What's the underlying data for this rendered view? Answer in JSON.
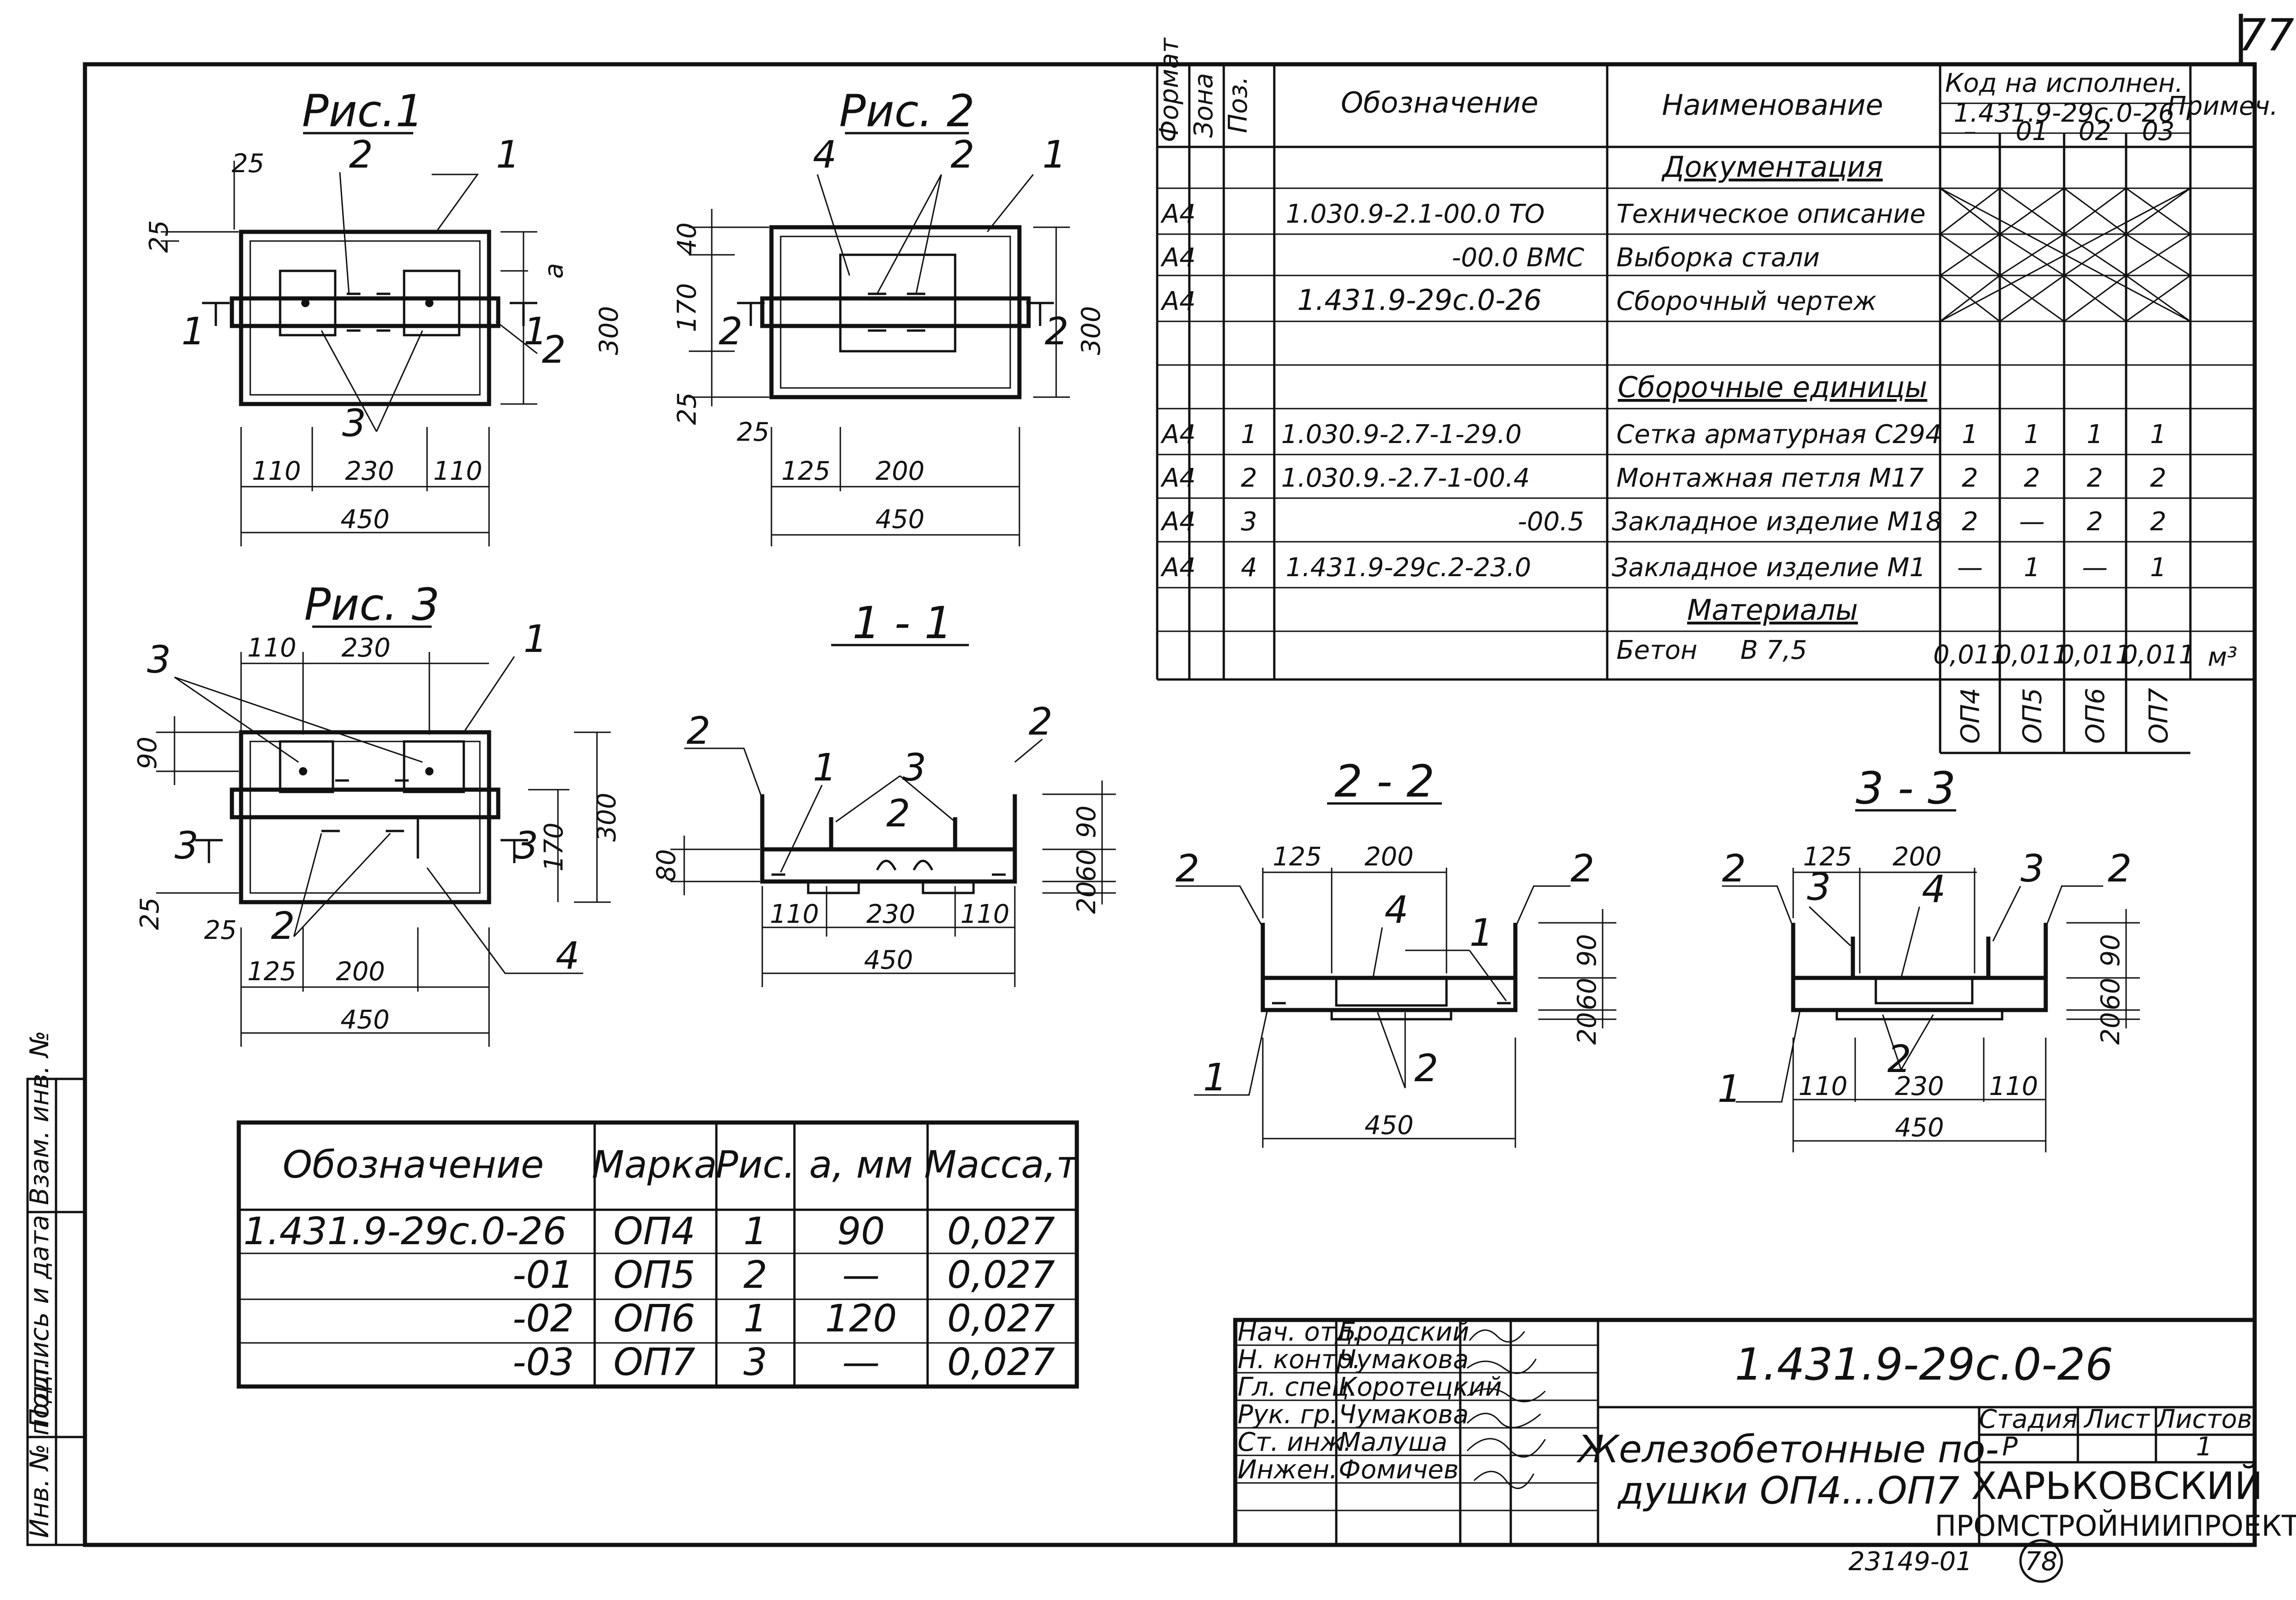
{
  "page_number_top": "77",
  "page_number_bottom": "78",
  "archive_number": "23149-01",
  "side_stamp": {
    "inv_podl": "Инв. № подл.",
    "podpis_data": "Подпись и дата",
    "vzam_inv": "Взам. инв. №"
  },
  "figures": {
    "fig1": {
      "title": "Рис.1",
      "dims": [
        "25",
        "25",
        "a",
        "300",
        "110",
        "230",
        "110",
        "450"
      ],
      "callouts": [
        "2",
        "1",
        "2",
        "3"
      ],
      "section_marks": [
        "1",
        "1"
      ]
    },
    "fig2": {
      "title": "Рис. 2",
      "dims": [
        "40",
        "170",
        "25",
        "300",
        "25",
        "125",
        "200",
        "450"
      ],
      "callouts": [
        "4",
        "2",
        "1"
      ],
      "section_marks": [
        "2",
        "2"
      ]
    },
    "fig3": {
      "title": "Рис. 3",
      "dims": [
        "110",
        "230",
        "90",
        "300",
        "170",
        "25",
        "25",
        "125",
        "200",
        "450"
      ],
      "callouts": [
        "3",
        "1",
        "2",
        "4"
      ],
      "section_marks": [
        "3",
        "3"
      ]
    },
    "sec11": {
      "title": "1 - 1",
      "dims": [
        "80",
        "90",
        "60",
        "20",
        "110",
        "230",
        "110",
        "450"
      ],
      "callouts": [
        "2",
        "2",
        "1",
        "3",
        "2"
      ]
    },
    "sec22": {
      "title": "2 - 2",
      "dims": [
        "125",
        "200",
        "90",
        "60",
        "20",
        "450"
      ],
      "callouts": [
        "2",
        "2",
        "4",
        "1",
        "1",
        "2"
      ]
    },
    "sec33": {
      "title": "3 - 3",
      "dims": [
        "125",
        "200",
        "90",
        "60",
        "20",
        "110",
        "230",
        "110",
        "450"
      ],
      "callouts": [
        "2",
        "3",
        "4",
        "3",
        "2",
        "1",
        "2"
      ]
    }
  },
  "spec": {
    "headers": {
      "format": "Формат",
      "zone": "Зона",
      "pos": "Поз.",
      "designation": "Обозначение",
      "name": "Наименование",
      "code": "Код на исполнен.",
      "code_doc": "1.431.9-29с.0-26",
      "note": "Примеч.",
      "variants": [
        "–",
        "01",
        "02",
        "03"
      ]
    },
    "sections": {
      "docs": "Документация",
      "units": "Сборочные единицы",
      "materials": "Материалы"
    },
    "doc_rows": [
      {
        "format": "А4",
        "designation": "1.030.9-2.1-00.0 ТО",
        "name": "Техническое описание"
      },
      {
        "format": "А4",
        "designation": "-00.0 ВМС",
        "name": "Выборка стали"
      },
      {
        "format": "А4",
        "designation": "1.431.9-29с.0-26",
        "name": "Сборочный чертеж"
      }
    ],
    "unit_rows": [
      {
        "format": "А4",
        "pos": "1",
        "designation": "1.030.9-2.7-1-29.0",
        "name": "Сетка арматурная С294",
        "q": [
          "1",
          "1",
          "1",
          "1"
        ]
      },
      {
        "format": "А4",
        "pos": "2",
        "designation": "1.030.9.-2.7-1-00.4",
        "name": "Монтажная петля М17",
        "q": [
          "2",
          "2",
          "2",
          "2"
        ]
      },
      {
        "format": "А4",
        "pos": "3",
        "designation": "-00.5",
        "name": "Закладное изделие М18",
        "q": [
          "2",
          "—",
          "2",
          "2"
        ]
      },
      {
        "format": "А4",
        "pos": "4",
        "designation": "1.431.9-29с.2-23.0",
        "name": "Закладное изделие М1",
        "q": [
          "—",
          "1",
          "—",
          "1"
        ]
      }
    ],
    "material_row": {
      "name": "Бетон",
      "grade": "В 7,5",
      "q": [
        "0,011",
        "0,011",
        "0,011",
        "0,011"
      ],
      "unit": "м³"
    },
    "marks": [
      "ОП4",
      "ОП5",
      "ОП6",
      "ОП7"
    ]
  },
  "marks_table": {
    "headers": [
      "Обозначение",
      "Марка",
      "Рис.",
      "a, мм",
      "Масса,т"
    ],
    "rows": [
      [
        "1.431.9-29с.0-26",
        "ОП4",
        "1",
        "90",
        "0,027"
      ],
      [
        "-01",
        "ОП5",
        "2",
        "—",
        "0,027"
      ],
      [
        "-02",
        "ОП6",
        "1",
        "120",
        "0,027"
      ],
      [
        "-03",
        "ОП7",
        "3",
        "—",
        "0,027"
      ]
    ]
  },
  "title_block": {
    "doc_code": "1.431.9-29с.0-26",
    "title_line1": "Железобетонные по-",
    "title_line2": "душки ОП4...ОП7",
    "stage_label": "Стадия",
    "sheet_label": "Лист",
    "sheets_label": "Листов",
    "stage": "Р",
    "sheets": "1",
    "org_line1": "ХАРЬКОВСКИЙ",
    "org_line2": "ПРОМСТРОЙНИИПРОЕКТ",
    "staff": [
      {
        "role": "Нач. отд.",
        "name": "Бродский"
      },
      {
        "role": "Н. контр.",
        "name": "Чумакова"
      },
      {
        "role": "Гл. спец.",
        "name": "Коротецкий"
      },
      {
        "role": "Рук. гр.",
        "name": "Чумакова"
      },
      {
        "role": "Ст. инж.",
        "name": "Малуша"
      },
      {
        "role": "Инжен.",
        "name": "Фомичев"
      }
    ]
  }
}
